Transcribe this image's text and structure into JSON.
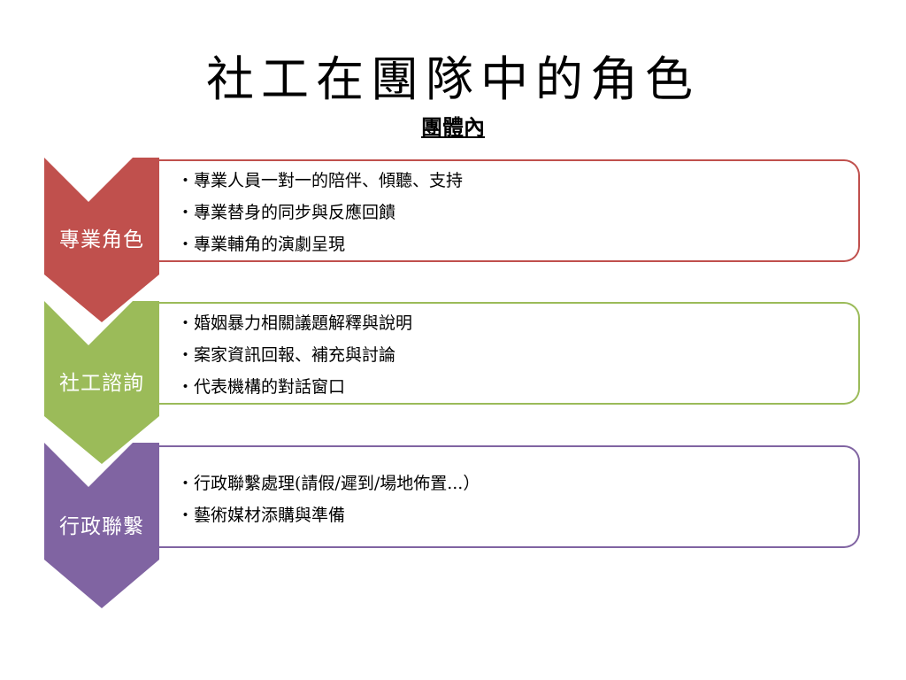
{
  "slide": {
    "title": "社工在團隊中的角色",
    "subtitle": "團體內"
  },
  "rows": [
    {
      "label": "專業角色",
      "color": "#c0504d",
      "items": [
        "專業人員一對一的陪伴、傾聽、支持",
        "專業替身的同步與反應回饋",
        "專業輔角的演劇呈現"
      ]
    },
    {
      "label": "社工諮詢",
      "color": "#9bbb59",
      "items": [
        "婚姻暴力相關議題解釋與說明",
        "案家資訊回報、補充與討論",
        "代表機構的對話窗口"
      ]
    },
    {
      "label": "行政聯繫",
      "color": "#8064a2",
      "items": [
        "行政聯繫處理(請假/遲到/場地佈置...）",
        "藝術媒材添購與準備"
      ]
    }
  ]
}
